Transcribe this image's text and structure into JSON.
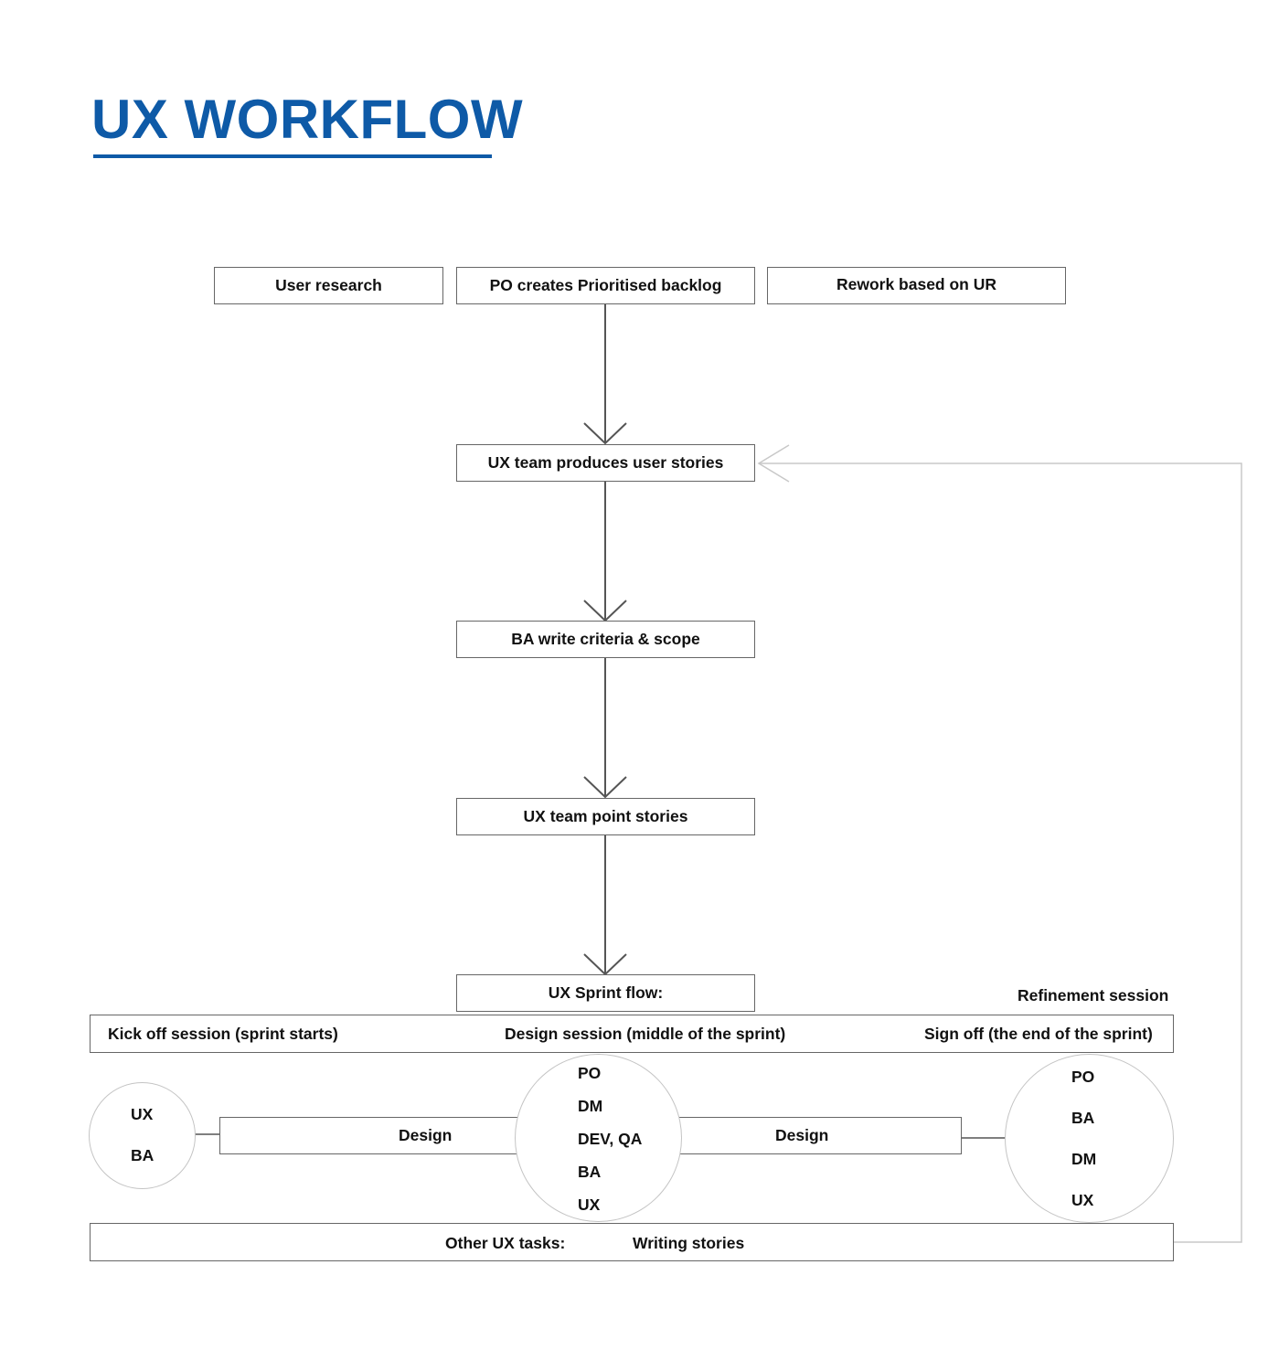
{
  "title": "UX WORKFLOW",
  "colors": {
    "title": "#0e5aa7",
    "box_border": "#666666",
    "loop_line": "#c8c8c8",
    "circle_border": "#c4c4c4"
  },
  "top_row": {
    "user_research": "User research",
    "po_backlog": "PO creates Prioritised backlog",
    "rework": "Rework based on UR"
  },
  "flow": {
    "user_stories": "UX team produces user stories",
    "ba_criteria": "BA write criteria & scope",
    "point_stories": "UX team point stories",
    "sprint_flow": "UX Sprint flow:"
  },
  "sprint": {
    "refinement": "Refinement session",
    "kickoff": "Kick off session (sprint starts)",
    "design_session": "Design session (middle of the sprint)",
    "sign_off": "Sign off (the end of the sprint)",
    "design_left": "Design",
    "design_right": "Design",
    "kickoff_roles": [
      "UX",
      "BA"
    ],
    "design_roles": [
      "PO",
      "DM",
      "DEV, QA",
      "BA",
      "UX"
    ],
    "signoff_roles": [
      "PO",
      "BA",
      "DM",
      "UX"
    ]
  },
  "other_tasks": {
    "label": "Other UX tasks:",
    "value": "Writing stories"
  }
}
